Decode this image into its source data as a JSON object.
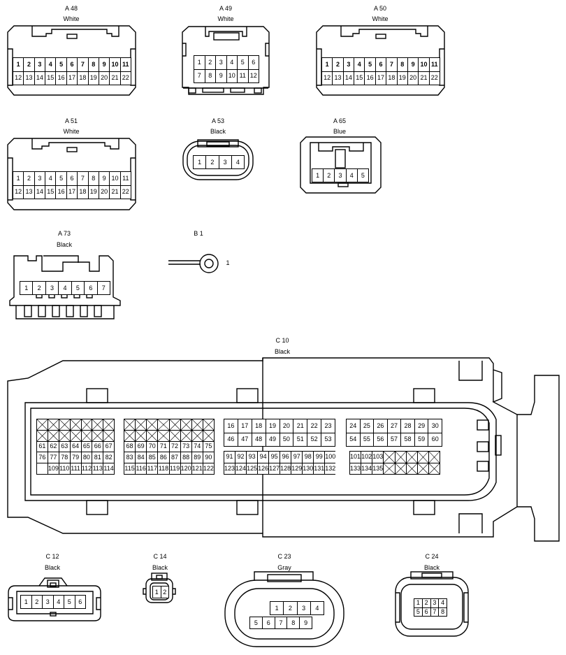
{
  "connectors": {
    "a48": {
      "code": "A 48",
      "color": "White",
      "rows": [
        [
          "1",
          "2",
          "3",
          "4",
          "5",
          "6",
          "7",
          "8",
          "9",
          "10",
          "11"
        ],
        [
          "12",
          "13",
          "14",
          "15",
          "16",
          "17",
          "18",
          "19",
          "20",
          "21",
          "22"
        ]
      ]
    },
    "a49": {
      "code": "A 49",
      "color": "White",
      "rows": [
        [
          "1",
          "2",
          "3",
          "4",
          "5",
          "6"
        ],
        [
          "7",
          "8",
          "9",
          "10",
          "11",
          "12"
        ]
      ]
    },
    "a50": {
      "code": "A 50",
      "color": "White",
      "rows": [
        [
          "1",
          "2",
          "3",
          "4",
          "5",
          "6",
          "7",
          "8",
          "9",
          "10",
          "11"
        ],
        [
          "12",
          "13",
          "14",
          "15",
          "16",
          "17",
          "18",
          "19",
          "20",
          "21",
          "22"
        ]
      ]
    },
    "a51": {
      "code": "A 51",
      "color": "White",
      "rows": [
        [
          "1",
          "2",
          "3",
          "4",
          "5",
          "6",
          "7",
          "8",
          "9",
          "10",
          "11"
        ],
        [
          "12",
          "13",
          "14",
          "15",
          "16",
          "17",
          "18",
          "19",
          "20",
          "21",
          "22"
        ]
      ]
    },
    "a53": {
      "code": "A 53",
      "color": "Black",
      "rows": [
        [
          "1",
          "2",
          "3",
          "4"
        ]
      ]
    },
    "a65": {
      "code": "A 65",
      "color": "Blue",
      "rows": [
        [
          "1",
          "2",
          "3",
          "4",
          "5"
        ]
      ]
    },
    "a73": {
      "code": "A 73",
      "color": "Black",
      "rows": [
        [
          "1",
          "2",
          "3",
          "4",
          "5",
          "6",
          "7"
        ]
      ]
    },
    "b1": {
      "code": "B 1",
      "pin": "1"
    },
    "c10": {
      "code": "C 10",
      "color": "Black",
      "block1": [
        [
          "x",
          "x",
          "x",
          "x",
          "x",
          "x",
          "x"
        ],
        [
          "x",
          "x",
          "x",
          "x",
          "x",
          "x",
          "x"
        ],
        [
          "61",
          "62",
          "63",
          "64",
          "65",
          "66",
          "67"
        ],
        [
          "76",
          "77",
          "78",
          "79",
          "80",
          "81",
          "82"
        ],
        [
          "",
          "109",
          "110",
          "111",
          "112",
          "113",
          "114"
        ]
      ],
      "block2": [
        [
          "x",
          "x",
          "x",
          "x",
          "x",
          "x",
          "x",
          "x"
        ],
        [
          "x",
          "x",
          "x",
          "x",
          "x",
          "x",
          "x",
          "x"
        ],
        [
          "68",
          "69",
          "70",
          "71",
          "72",
          "73",
          "74",
          "75"
        ],
        [
          "83",
          "84",
          "85",
          "86",
          "87",
          "88",
          "89",
          "90"
        ],
        [
          "115",
          "116",
          "117",
          "118",
          "119",
          "120",
          "121",
          "122"
        ]
      ],
      "block3a": [
        [
          "16",
          "17",
          "18",
          "19",
          "20",
          "21",
          "22",
          "23"
        ],
        [
          "46",
          "47",
          "48",
          "49",
          "50",
          "51",
          "52",
          "53"
        ]
      ],
      "block3b": [
        [
          "91",
          "92",
          "93",
          "94",
          "95",
          "96",
          "97",
          "98",
          "99",
          "100"
        ],
        [
          "123",
          "124",
          "125",
          "126",
          "127",
          "128",
          "129",
          "130",
          "131",
          "132"
        ]
      ],
      "block4a": [
        [
          "24",
          "25",
          "26",
          "27",
          "28",
          "29",
          "30"
        ],
        [
          "54",
          "55",
          "56",
          "57",
          "58",
          "59",
          "60"
        ]
      ],
      "block4b": [
        [
          "101",
          "102",
          "103",
          "x",
          "x",
          "x",
          "x",
          "x"
        ],
        [
          "133",
          "134",
          "135",
          "x",
          "x",
          "x",
          "x",
          "x"
        ]
      ]
    },
    "c12": {
      "code": "C 12",
      "color": "Black",
      "rows": [
        [
          "1",
          "2",
          "3",
          "4",
          "5",
          "6"
        ]
      ]
    },
    "c14": {
      "code": "C 14",
      "color": "Black",
      "rows": [
        [
          "1",
          "2"
        ]
      ]
    },
    "c23": {
      "code": "C 23",
      "color": "Gray",
      "top": [
        "1",
        "2",
        "3",
        "4"
      ],
      "bottom": [
        "5",
        "6",
        "7",
        "8",
        "9"
      ]
    },
    "c24": {
      "code": "C 24",
      "color": "Black",
      "rows": [
        [
          "1",
          "2",
          "3",
          "4"
        ],
        [
          "5",
          "6",
          "7",
          "8"
        ]
      ]
    }
  }
}
